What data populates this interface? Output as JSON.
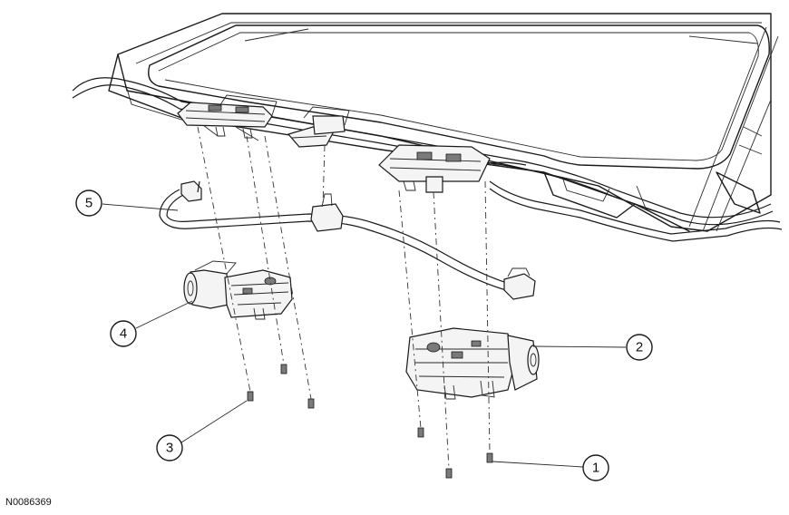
{
  "figure_code": "N0086369",
  "callouts": [
    {
      "number": "1"
    },
    {
      "number": "2"
    },
    {
      "number": "3"
    },
    {
      "number": "4"
    },
    {
      "number": "5"
    }
  ]
}
